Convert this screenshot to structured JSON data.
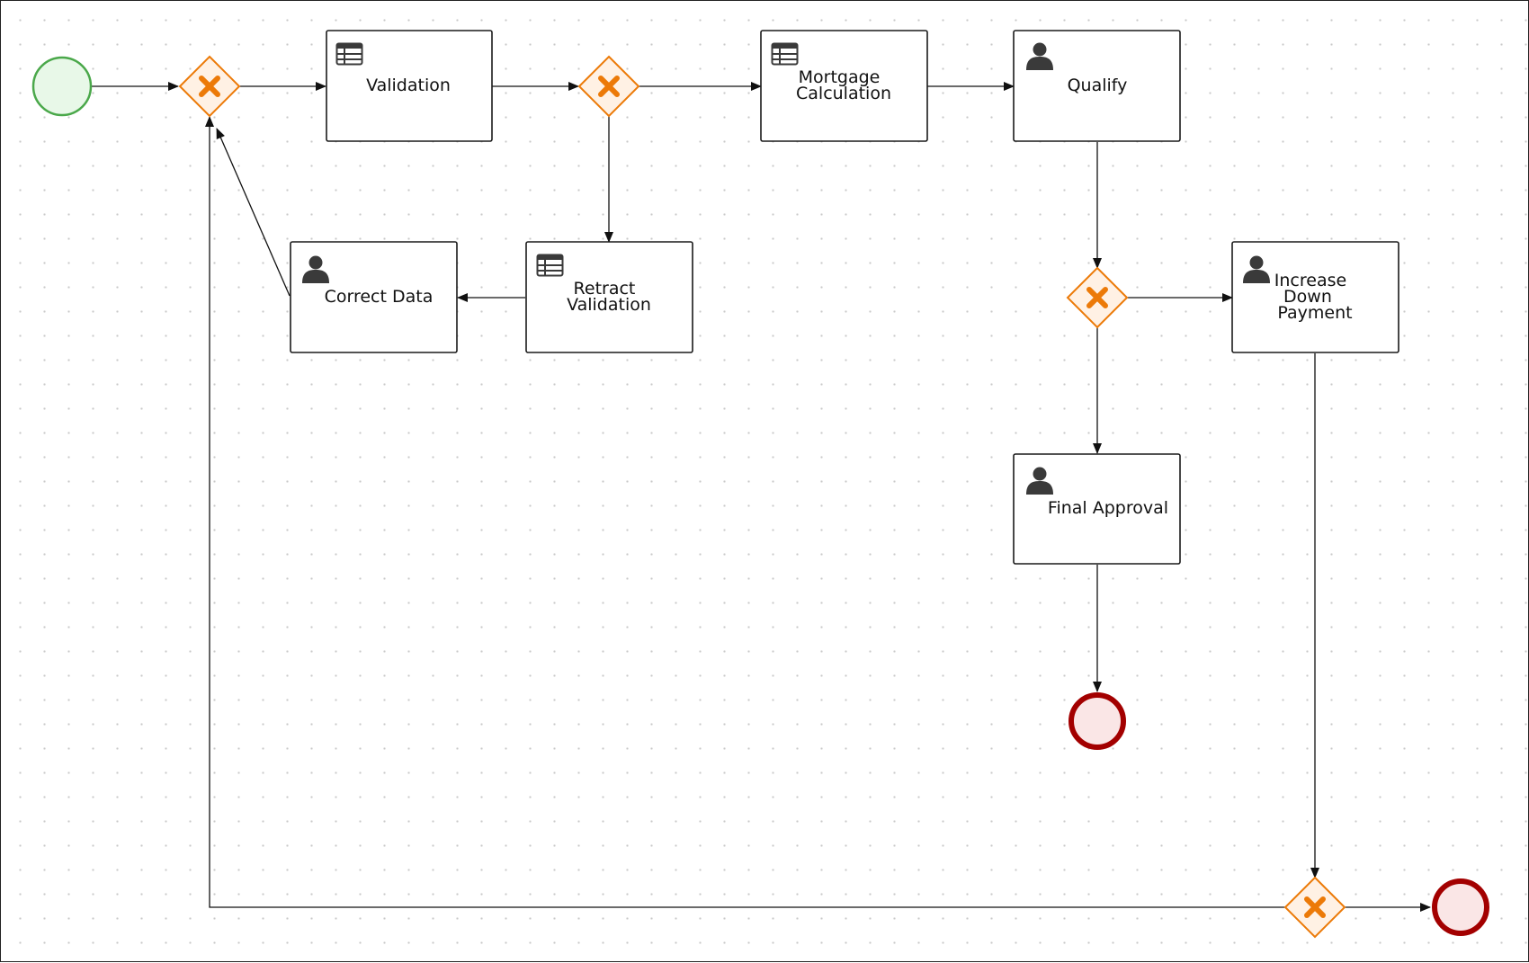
{
  "diagram": {
    "tasks": [
      {
        "id": "validation",
        "lines": [
          "Validation"
        ],
        "icon": "business-rule-table-icon"
      },
      {
        "id": "mortgage-calculation",
        "lines": [
          "Mortgage",
          "Calculation"
        ],
        "icon": "business-rule-table-icon"
      },
      {
        "id": "qualify",
        "lines": [
          "Qualify"
        ],
        "icon": "user-icon"
      },
      {
        "id": "correct-data",
        "lines": [
          "Correct Data"
        ],
        "icon": "user-icon"
      },
      {
        "id": "retract-validation",
        "lines": [
          "Retract",
          "Validation"
        ],
        "icon": "business-rule-table-icon"
      },
      {
        "id": "increase-down-payment",
        "lines": [
          "Increase",
          "Down",
          "Payment"
        ],
        "icon": "user-icon"
      },
      {
        "id": "final-approval",
        "lines": [
          "Final Approval"
        ],
        "icon": "user-icon"
      }
    ],
    "gateways": [
      {
        "id": "gw-loop",
        "type": "exclusive"
      },
      {
        "id": "gw-validation",
        "type": "exclusive"
      },
      {
        "id": "gw-qualify",
        "type": "exclusive"
      },
      {
        "id": "gw-downpayment",
        "type": "exclusive"
      }
    ],
    "events": [
      {
        "id": "start",
        "type": "start"
      },
      {
        "id": "end-approved",
        "type": "end"
      },
      {
        "id": "end-final",
        "type": "end"
      }
    ],
    "colors": {
      "gateway_stroke": "#ec7a08",
      "gateway_fill": "#fff1e4",
      "start_stroke": "#4aa84a",
      "start_fill": "#e8f8e8",
      "end_stroke": "#a30000",
      "end_fill": "#fae6e6"
    }
  }
}
